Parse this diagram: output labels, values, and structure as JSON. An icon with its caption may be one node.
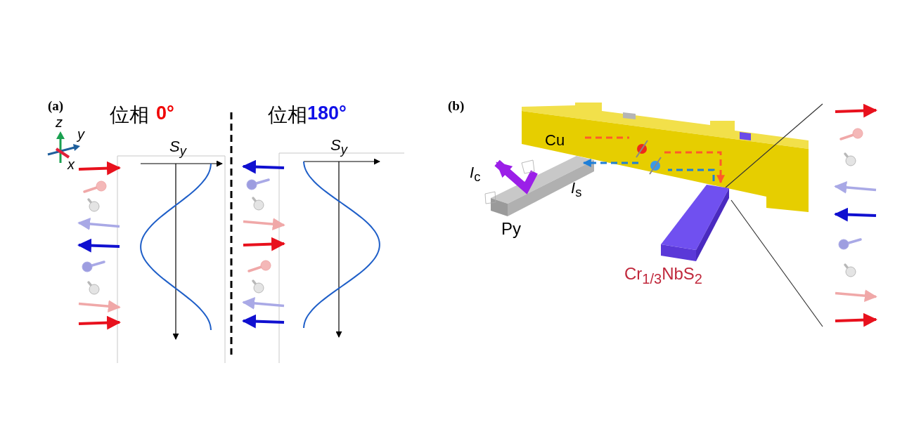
{
  "diagram": {
    "labels": [
      "(a)",
      "z",
      "y",
      "x",
      "位相",
      "0°",
      "位相",
      "180°",
      "S$_{y}$",
      "S$_{y}$",
      "(b)",
      "Cu",
      "*I*$_{c}$",
      "*I*$_{s}$",
      "Py",
      "Cr$_{1/3}$NbS$_{2}$"
    ]
  }
}
